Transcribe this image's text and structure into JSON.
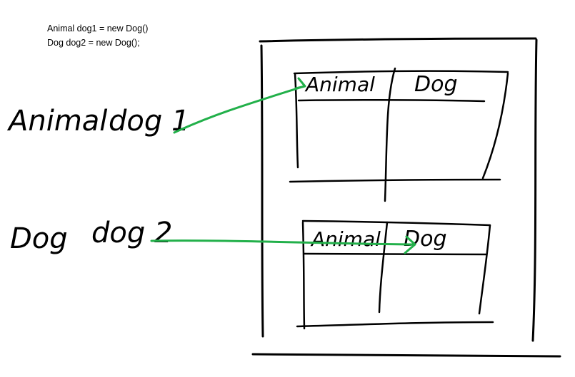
{
  "code": {
    "line1": "Animal dog1 = new Dog()",
    "line2": "Dog dog2 = new Dog();"
  },
  "variables": [
    {
      "type": "Animal",
      "name": "dog 1"
    },
    {
      "type": "Dog",
      "name": "dog 2"
    }
  ],
  "heap_objects": [
    {
      "left_cell": "Animal",
      "right_cell": "Dog"
    },
    {
      "left_cell": "Animal",
      "right_cell": "Dog"
    }
  ],
  "colors": {
    "ink": "#000000",
    "arrow": "#22b04a"
  }
}
